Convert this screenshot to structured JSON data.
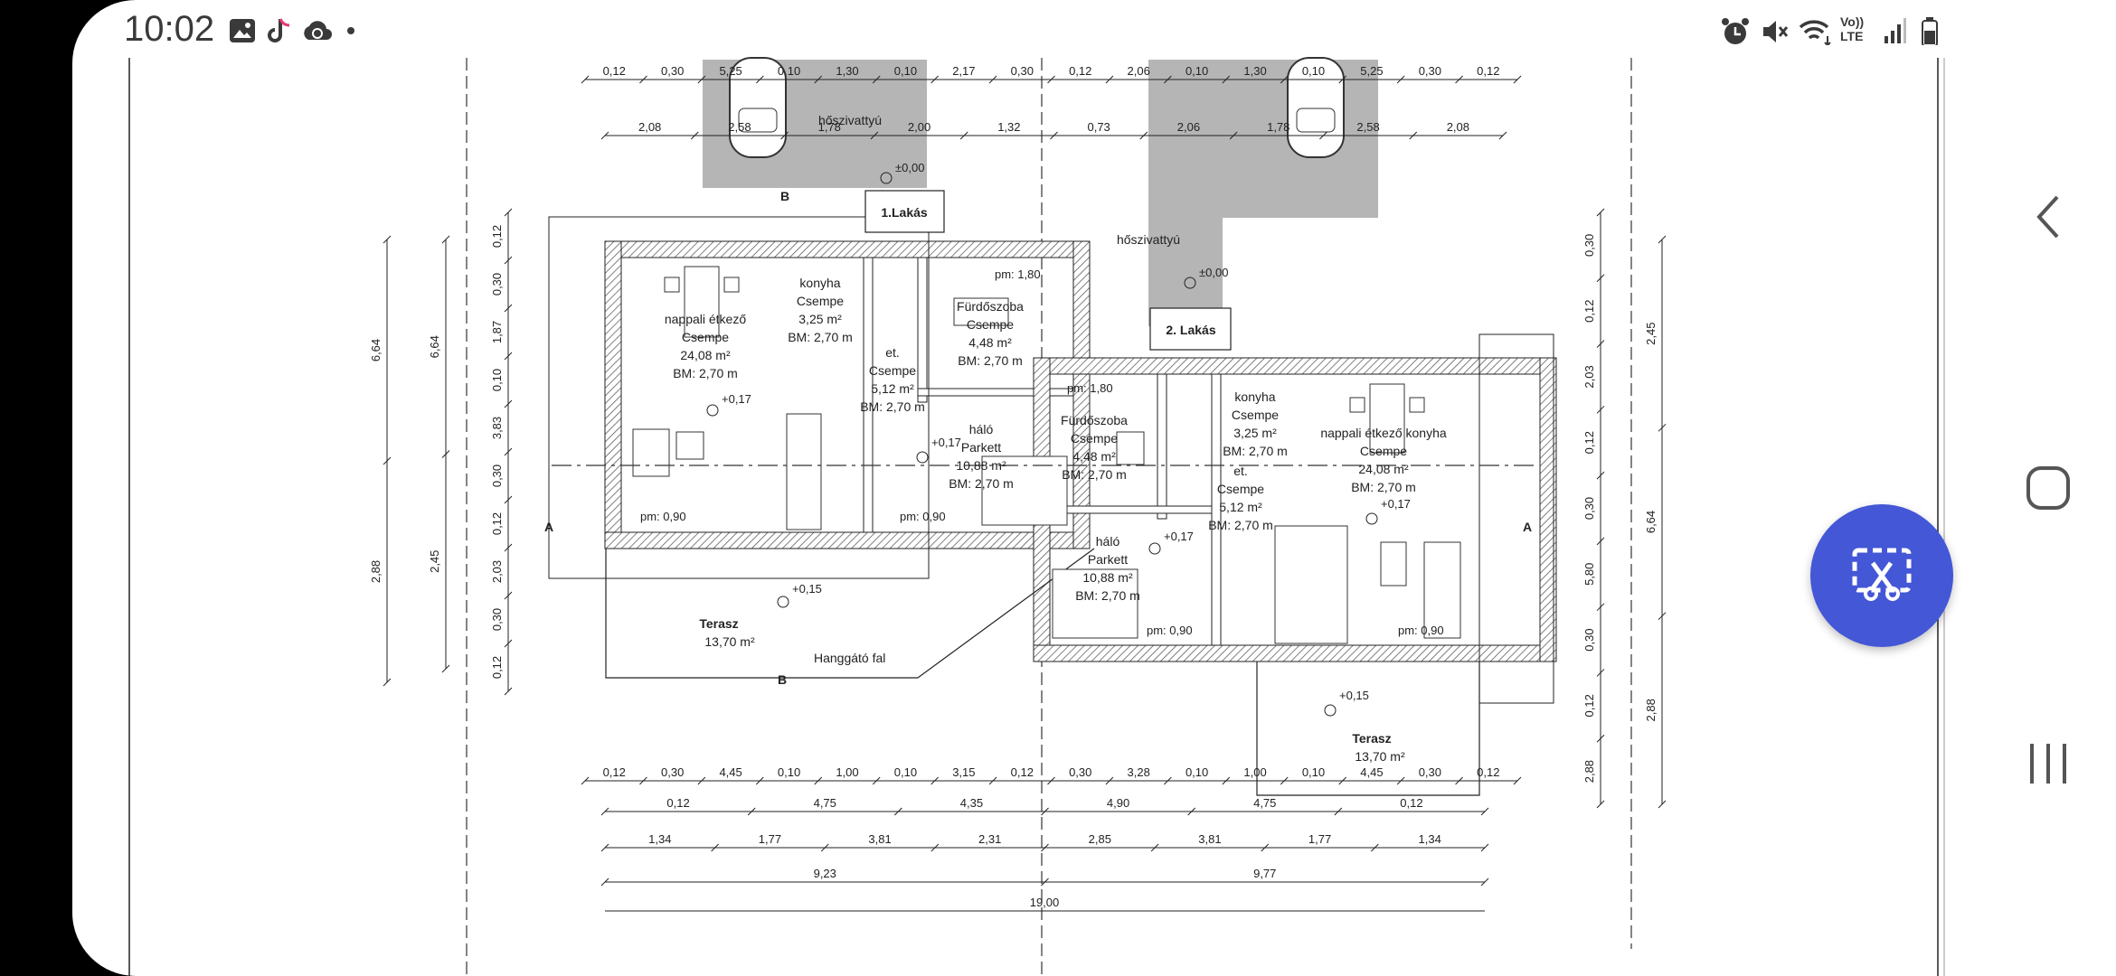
{
  "status_bar": {
    "time": "10:02",
    "left_icons": [
      "gallery-icon",
      "tiktok-icon",
      "cloud-sync-icon",
      "dot-icon"
    ],
    "right_icons": [
      "alarm-icon",
      "mute-icon",
      "wifi-icon",
      "volte-icon",
      "signal-icon",
      "battery-icon"
    ],
    "volte_label_1": "Vo))",
    "volte_label_2": "LTE"
  },
  "floor_plan": {
    "unit1_title": "1.Lakás",
    "unit2_title": "2. Lakás",
    "heat_pump": "hőszivattyú",
    "section_a": "A",
    "section_b": "B",
    "level_0": "±0,00",
    "level_017": "+0,17",
    "level_015": "+0,15",
    "rooms_unit1": [
      {
        "name": "nappali étkező",
        "finish": "Csempe",
        "area": "24,08 m²",
        "bm": "BM: 2,70 m"
      },
      {
        "name": "konyha",
        "finish": "Csempe",
        "area": "3,25 m²",
        "bm": "BM: 2,70 m"
      },
      {
        "name": "Fürdőszoba",
        "finish": "Csempe",
        "area": "4,48 m²",
        "bm": "BM: 2,70 m"
      },
      {
        "name": "et.",
        "finish": "Csempe",
        "area": "5,12 m²",
        "bm": "BM: 2,70 m"
      },
      {
        "name": "háló",
        "finish": "Parkett",
        "area": "10,88 m²",
        "bm": "BM: 2,70 m"
      },
      {
        "name": "Terasz",
        "area": "13,70 m²"
      }
    ],
    "rooms_unit2": [
      {
        "name": "nappali étkező konyha",
        "finish": "Csempe",
        "area": "24,08 m²",
        "bm": "BM: 2,70 m"
      },
      {
        "name": "konyha",
        "finish": "Csempe",
        "area": "3,25 m²",
        "bm": "BM: 2,70 m"
      },
      {
        "name": "Fürdőszoba",
        "finish": "Csempe",
        "area": "4,48 m²",
        "bm": "BM: 2,70 m"
      },
      {
        "name": "et.",
        "finish": "Csempe",
        "area": "5,12 m²",
        "bm": "BM: 2,70 m"
      },
      {
        "name": "háló",
        "finish": "Parkett",
        "area": "10,88 m²",
        "bm": "BM: 2,70 m"
      },
      {
        "name": "Terasz",
        "area": "13,70 m²"
      }
    ],
    "wall_note": "Hanggátó fal",
    "parapets": [
      "pm: 0,90",
      "pm: 1,80",
      "pm: 0,90"
    ],
    "top_dims_row1": [
      "0,12",
      "0,30",
      "5,25",
      "0,10",
      "1,30",
      "0,10",
      "2,17",
      "0,30",
      "0,12",
      "2,06",
      "0,10",
      "1,30",
      "0,10",
      "5,25",
      "0,30",
      "0,12"
    ],
    "top_dims_row2": [
      "2,08",
      "2,58",
      "1,78",
      "2,00",
      "1,32",
      "0,73",
      "2,06",
      "1,78",
      "2,58",
      "2,08"
    ],
    "bottom_dims_row1": [
      "0,12",
      "0,30",
      "4,45",
      "0,10",
      "1,00",
      "0,10",
      "3,15",
      "0,12",
      "0,30",
      "3,28",
      "0,10",
      "1,00",
      "0,10",
      "4,45",
      "0,30",
      "0,12"
    ],
    "bottom_dims_row2": [
      "0,12",
      "4,75",
      "4,35",
      "4,90",
      "4,75",
      "0,12"
    ],
    "bottom_dims_row3": [
      "1,34",
      "1,77",
      "3,81",
      "2,31",
      "2,85",
      "3,81",
      "1,77",
      "1,34"
    ],
    "bottom_dims_row4": [
      "9,23",
      "9,77"
    ],
    "bottom_total": "19,00",
    "left_dims_a": [
      "6,64",
      "2,88"
    ],
    "left_dims_b": [
      "6,64",
      "2,45"
    ],
    "left_dims_c": [
      "0,12",
      "0,30",
      "1,87",
      "0,10",
      "3,83",
      "0,30",
      "0,12",
      "2,03",
      "0,30",
      "0,12"
    ],
    "right_dims_a": [
      "0,30",
      "0,12",
      "2,03",
      "0,12",
      "0,30",
      "5,80",
      "0,30",
      "0,12",
      "2,88"
    ],
    "right_dims_b": [
      "2,45",
      "6,64",
      "2,88"
    ]
  },
  "nav": {
    "back_icon": "back-icon",
    "home_icon": "home-icon",
    "recents_icon": "recents-icon"
  },
  "fab": {
    "icon": "screenshot-crop-icon"
  },
  "colors": {
    "fab": "#4457d6",
    "wall_hatch": "#777777",
    "driveway": "#b5b5b5"
  }
}
